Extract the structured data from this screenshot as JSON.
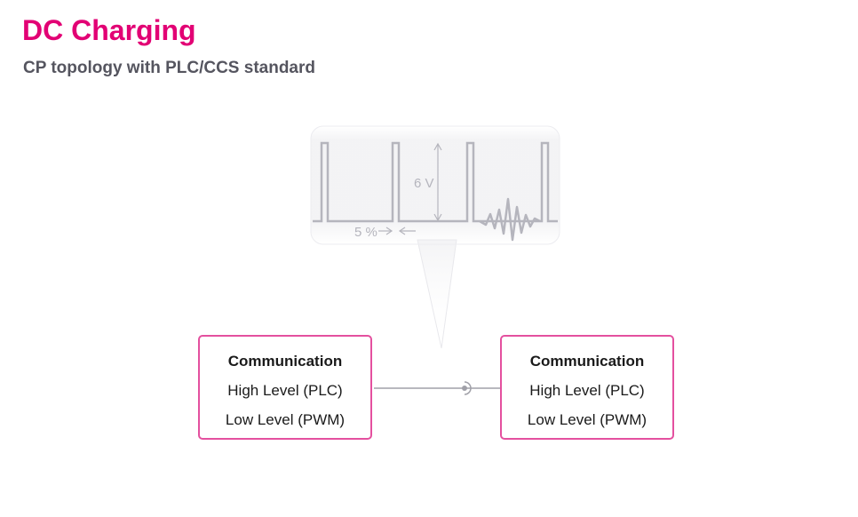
{
  "slide": {
    "title": "DC Charging",
    "subtitle": "CP topology with PLC/CCS standard"
  },
  "signal_callout": {
    "voltage_label": "6 V",
    "duty_label": "5 %"
  },
  "left_box": {
    "heading": "Communication",
    "high_level": "High Level (PLC)",
    "low_level": "Low Level (PWM)"
  },
  "right_box": {
    "heading": "Communication",
    "high_level": "High Level (PLC)",
    "low_level": "Low Level (PWM)"
  },
  "colors": {
    "title": "#e20074",
    "subtitle": "#55555f",
    "box_border": "#e4509f",
    "signal": "#b5b5bd",
    "connector": "#a0a0a8"
  }
}
